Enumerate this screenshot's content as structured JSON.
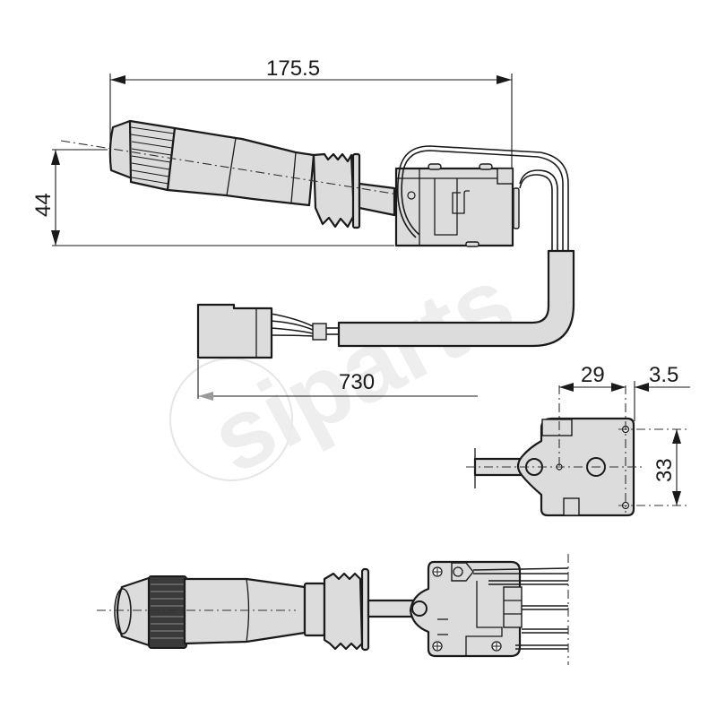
{
  "drawing": {
    "type": "technical-dimension-drawing",
    "subject": "steering column combination switch stalk",
    "views": [
      "side-view-top",
      "connector-cable",
      "mounting-plate-end-view",
      "side-view-bottom"
    ],
    "colors": {
      "part_fill": "#dcdcdc",
      "outline": "#1a1a1a",
      "background": "#ffffff",
      "watermark": "#e6e6e6"
    }
  },
  "dimensions": {
    "overall_length": {
      "label": "175.5",
      "unit": "mm"
    },
    "height": {
      "label": "44",
      "unit": "mm"
    },
    "cable_length": {
      "label": "730",
      "unit": "mm"
    },
    "hole_spacing_horizontal": {
      "label": "29",
      "unit": "mm"
    },
    "edge_offset": {
      "label": "3.5",
      "unit": "mm"
    },
    "hole_spacing_vertical": {
      "label": "33",
      "unit": "mm"
    }
  },
  "watermark": {
    "text": "siparts"
  }
}
